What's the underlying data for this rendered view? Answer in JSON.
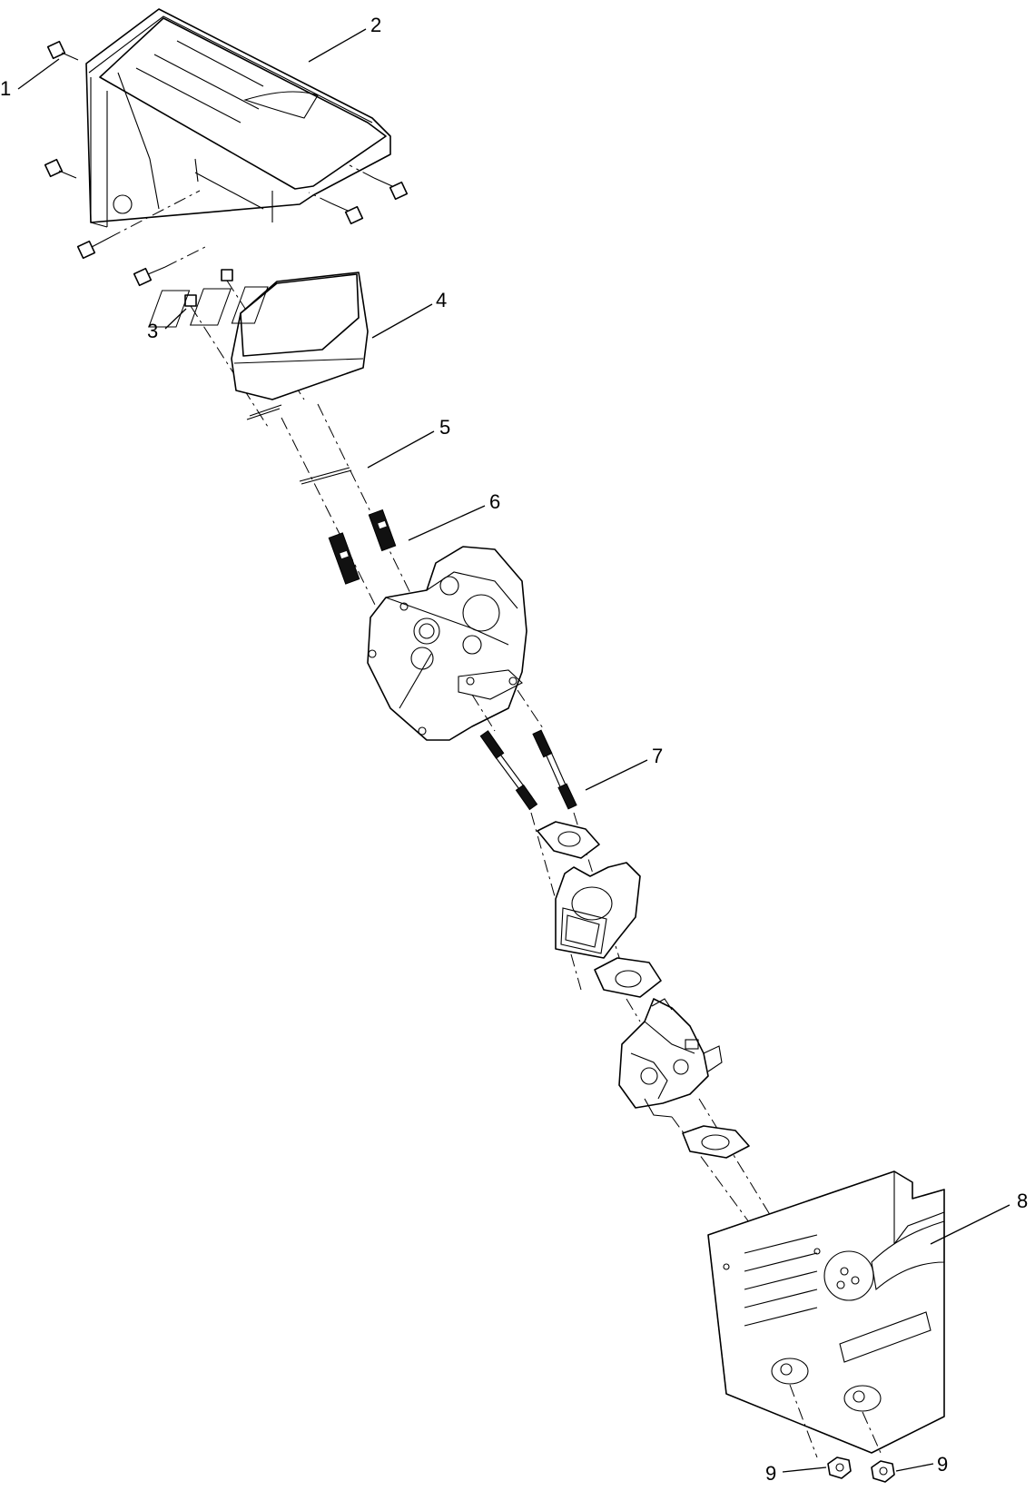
{
  "callouts": [
    {
      "id": "1",
      "label": "1"
    },
    {
      "id": "2",
      "label": "2"
    },
    {
      "id": "3",
      "label": "3"
    },
    {
      "id": "4",
      "label": "4"
    },
    {
      "id": "5",
      "label": "5"
    },
    {
      "id": "6",
      "label": "6"
    },
    {
      "id": "7",
      "label": "7"
    },
    {
      "id": "8",
      "label": "8"
    },
    {
      "id": "9a",
      "label": "9"
    },
    {
      "id": "9b",
      "label": "9"
    }
  ]
}
